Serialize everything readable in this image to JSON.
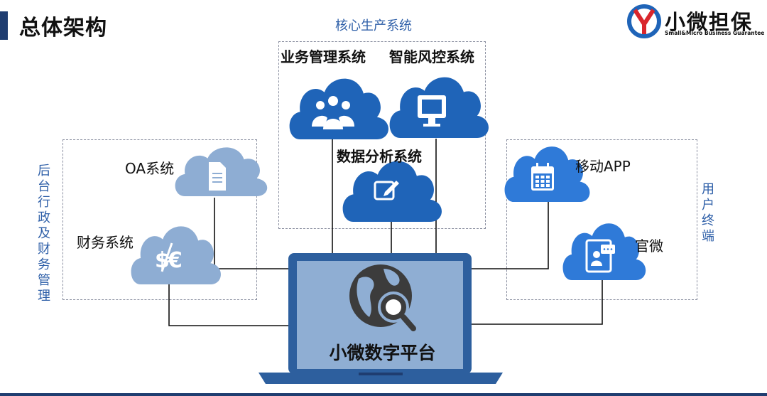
{
  "header": {
    "title": "总体架构"
  },
  "logo": {
    "name": "小微担保",
    "tagline": "Small&Micro Business Guarantee"
  },
  "groups": {
    "core": "核心生产系统",
    "backoffice": "后台行政及财务管理",
    "terminal": "用户终端"
  },
  "nodes": {
    "business": "业务管理系统",
    "risk": "智能风控系统",
    "analytics": "数据分析系统",
    "oa": "OA系统",
    "finance": "财务系统",
    "mobile_app": "移动APP",
    "wechat": "官微"
  },
  "platform": {
    "label": "小微数字平台"
  },
  "colors": {
    "accent": "#1f3d70",
    "cloud_dark": "#1f64b8",
    "cloud_mid": "#2f7ad8",
    "cloud_light": "#8eadd3",
    "group_label": "#2e5fa8",
    "laptop_frame": "#2d5f9e",
    "laptop_screen": "#8faed3"
  },
  "icons": [
    "people-icon",
    "monitor-icon",
    "edit-icon",
    "document-icon",
    "currency-icon",
    "calendar-icon",
    "chat-tablet-icon",
    "globe-search-icon"
  ]
}
